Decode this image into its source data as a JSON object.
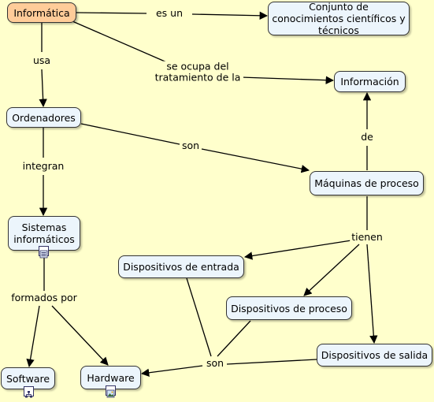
{
  "nodes": {
    "informatica": "Informática",
    "conjunto": "Conjunto de conocimientos científicos y técnicos",
    "informacion": "Información",
    "ordenadores": "Ordenadores",
    "maquinas": "Máquinas de proceso",
    "sistemas": "Sistemas informáticos",
    "entrada": "Dispositivos de entrada",
    "proceso": "Dispositivos de proceso",
    "salida": "Dispositivos de salida",
    "software": "Software",
    "hardware": "Hardware"
  },
  "links": {
    "es_un": "es un",
    "usa": "usa",
    "se_ocupa": "se ocupa del tratamiento de la",
    "son_1": "son",
    "de": "de",
    "integran": "integran",
    "tienen": "tienen",
    "formados_por": "formados por",
    "son_2": "son"
  },
  "icons": {
    "sistemas": "document-list-icon",
    "software": "hierarchy-icon",
    "hardware": "image-icon"
  },
  "colors": {
    "background": "#ffffcc",
    "root_node": "#ffcc99",
    "node": "#ecf5fc",
    "line": "#000000"
  }
}
